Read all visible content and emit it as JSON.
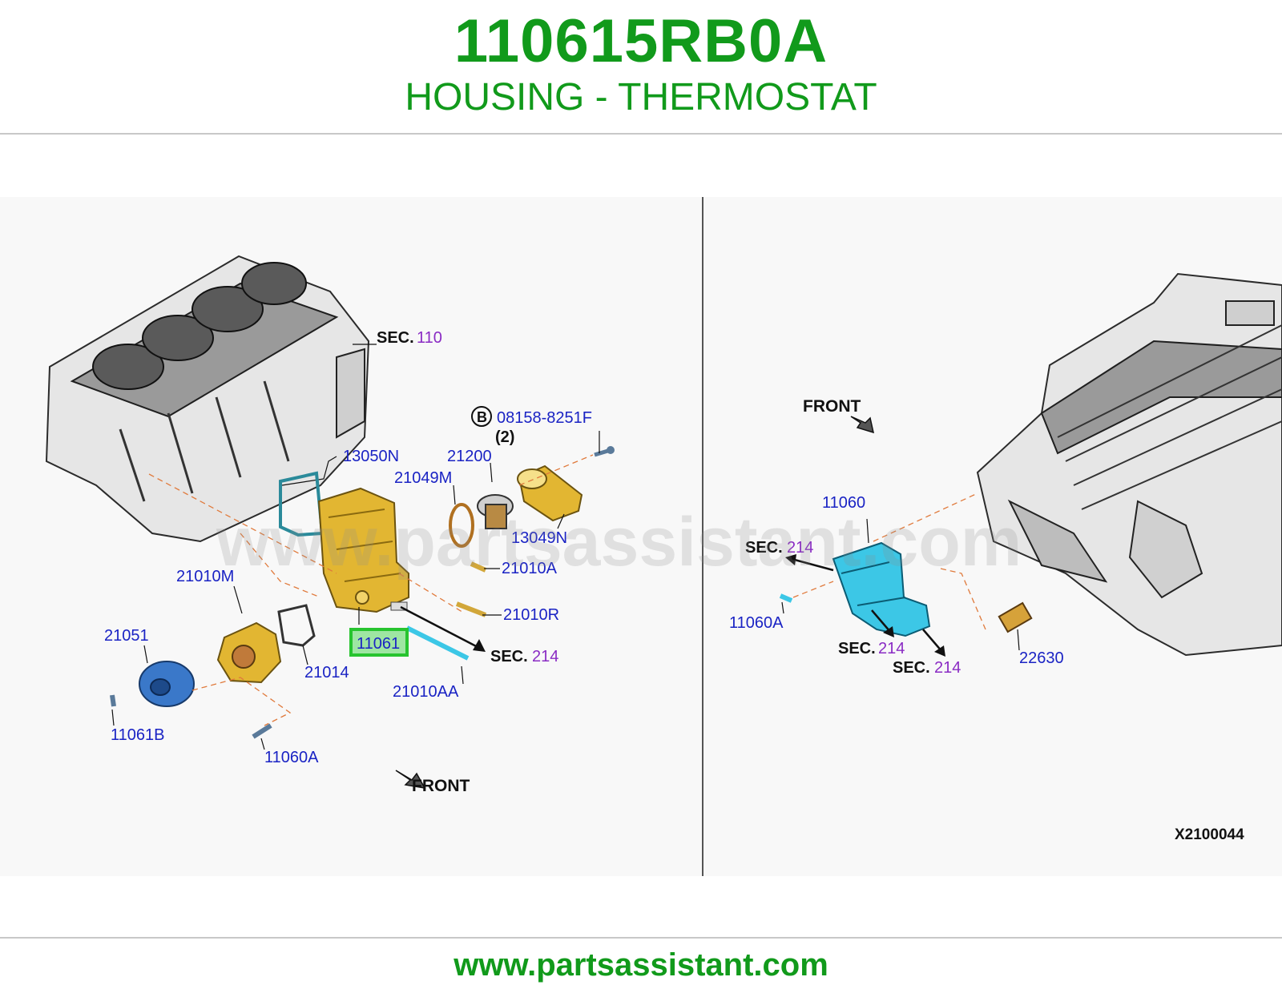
{
  "header": {
    "part_number": "110615RB0A",
    "part_name": "HOUSING - THERMOSTAT"
  },
  "colors": {
    "title_green": "#119a1b",
    "label_blue": "#1a23c4",
    "section_purple": "#8a2bc4",
    "highlight_green": "#27c42f"
  },
  "diagram": {
    "watermark": "www.partsassistant.com",
    "left_panel": {
      "sec_110": {
        "prefix": "SEC.",
        "number": "110"
      },
      "ref_b_symbol": "B",
      "ref_08158": "08158-8251F",
      "qty_2": "(2)",
      "label_13050N": "13050N",
      "label_21200": "21200",
      "label_21049M": "21049M",
      "label_13049N": "13049N",
      "label_21010A": "21010A",
      "label_21010M": "21010M",
      "label_21010R": "21010R",
      "label_21051": "21051",
      "label_11061": "11061",
      "sec_214": {
        "prefix": "SEC.",
        "number": "214"
      },
      "label_21014": "21014",
      "label_21010AA": "21010AA",
      "label_11061B": "11061B",
      "label_11060A": "11060A",
      "front": "FRONT"
    },
    "right_panel": {
      "front": "FRONT",
      "label_11060": "11060",
      "sec_214_a": {
        "prefix": "SEC.",
        "number": "214"
      },
      "label_11060A": "11060A",
      "sec_214_b": {
        "prefix": "SEC.",
        "number": "214"
      },
      "sec_214_c": {
        "prefix": "SEC.",
        "number": "214"
      },
      "label_22630": "22630",
      "diagram_code": "X2100044"
    }
  },
  "footer": {
    "url": "www.partsassistant.com"
  }
}
